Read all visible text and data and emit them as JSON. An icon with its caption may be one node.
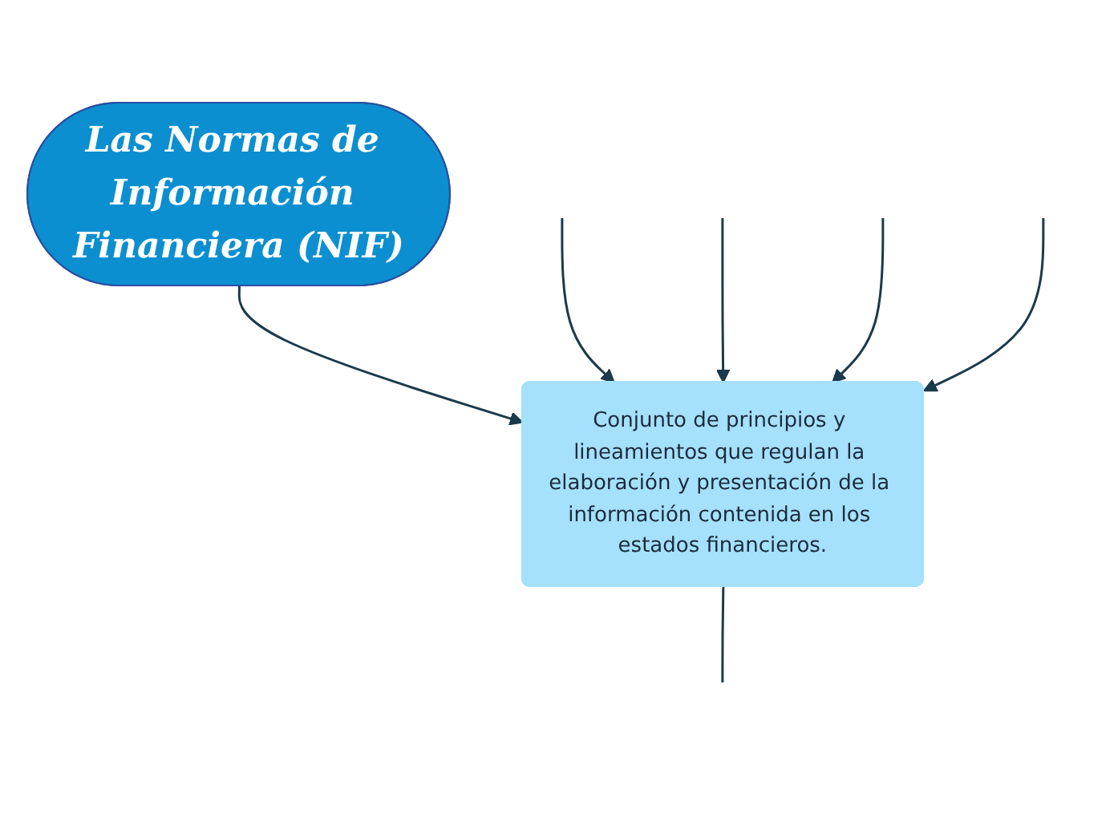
{
  "diagram": {
    "nodes": [
      {
        "text": [
          "Las Normas de Información Financiera (NIF)"
        ]
      },
      {
        "text": [
          "Conjunto de principios y lineamientos que regulan la elaboración y presentación de la información contenida en los estados financieros."
        ]
      }
    ],
    "edges": [
      {
        "from": 0,
        "to": 1,
        "arrow": "to"
      },
      {
        "from": null,
        "to": 1,
        "arrow": "to"
      },
      {
        "from": null,
        "to": 1,
        "arrow": "to"
      },
      {
        "from": 1,
        "to": null,
        "arrow": "none"
      },
      {
        "from": null,
        "to": 1,
        "arrow": "to"
      },
      {
        "from": null,
        "to": 1,
        "arrow": "to"
      }
    ]
  }
}
